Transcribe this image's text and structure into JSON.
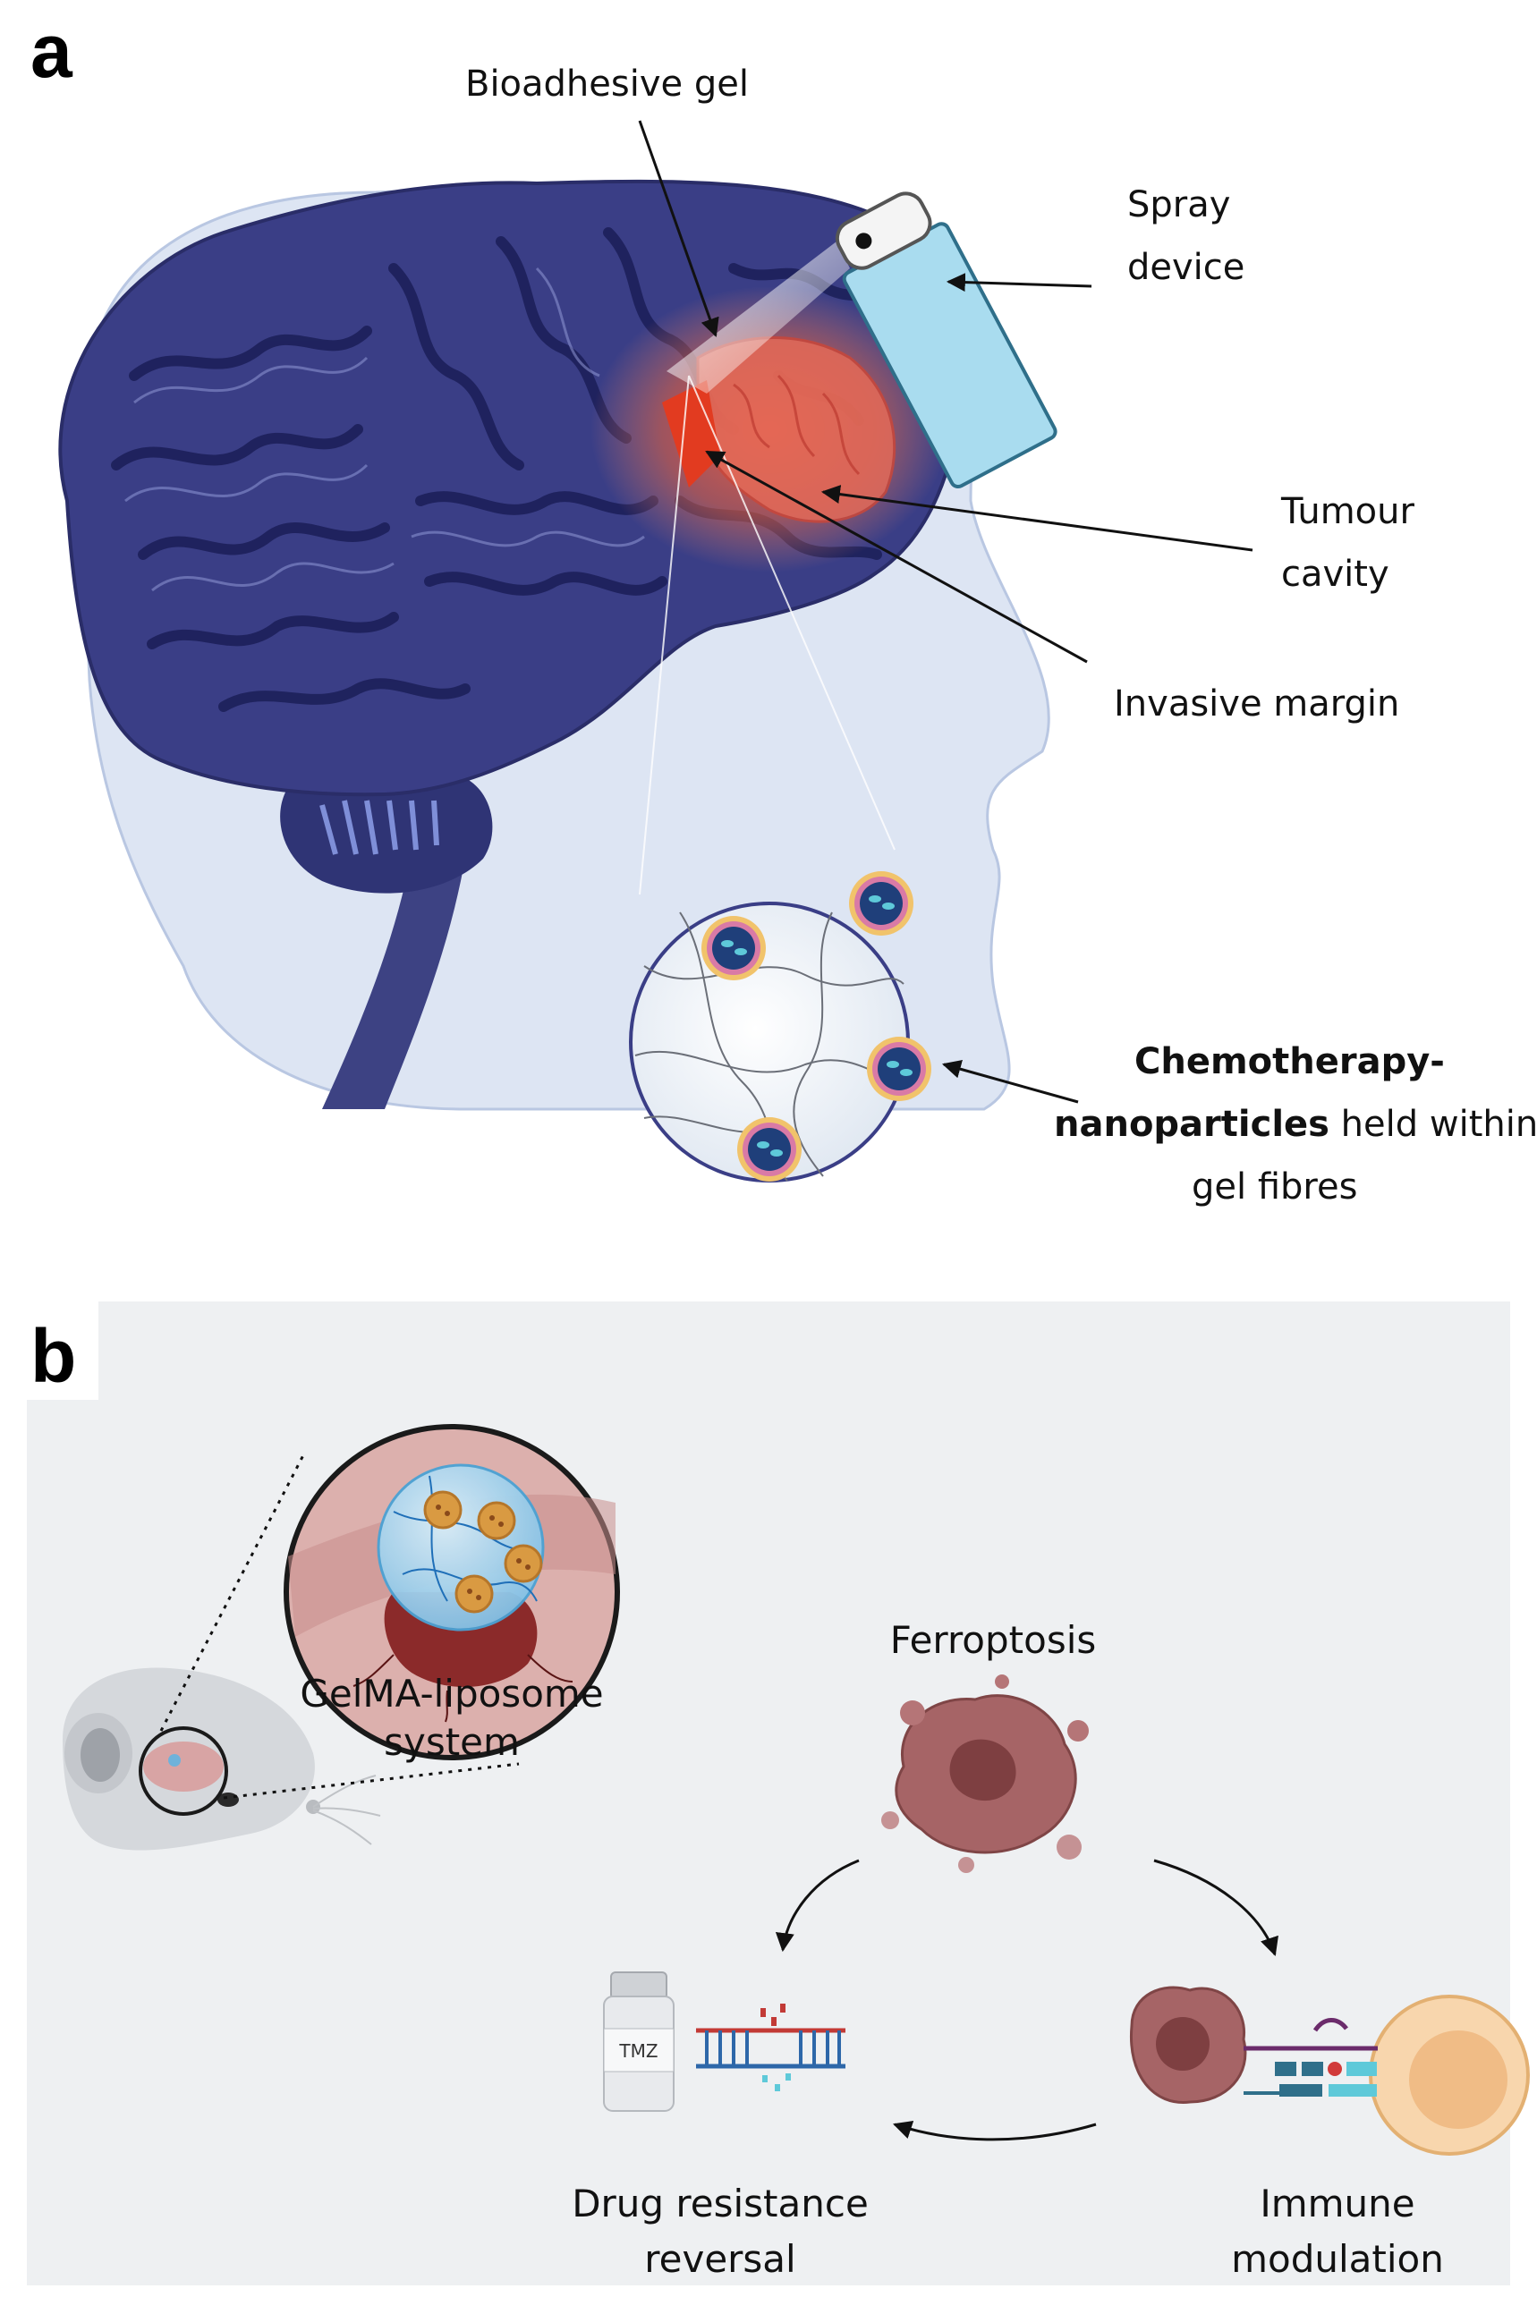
{
  "panel_a": {
    "letter": "a",
    "labels": {
      "bioadhesive_gel": "Bioadhesive gel",
      "spray_line1": "Spray",
      "spray_line2": "device",
      "tumour_line1": "Tumour",
      "tumour_line2": "cavity",
      "invasive_margin": "Invasive margin",
      "chemo_bold1": "Chemotherapy-",
      "chemo_bold2": "nanoparticles",
      "chemo_rest2": " held within",
      "chemo_line3": "gel fibres"
    }
  },
  "panel_b": {
    "letter": "b",
    "labels": {
      "gelma_line1": "GelMA-liposome",
      "gelma_line2": "system",
      "ferroptosis": "Ferroptosis",
      "tmz": "TMZ",
      "drug_line1": "Drug resistance",
      "drug_line2": "reversal",
      "immune_line1": "Immune",
      "immune_line2": "modulation"
    }
  },
  "colors": {
    "brain": "#3a3e86",
    "sulci": "#1c1f55",
    "head": "#d9e2f3",
    "tumour": "#e0412e",
    "spray_device": "#a9dcef",
    "panel_b_background": "#eef0f2",
    "ferroptotic_cell": "#9a5a5c",
    "tissue_pink": "#d7a5a3"
  }
}
